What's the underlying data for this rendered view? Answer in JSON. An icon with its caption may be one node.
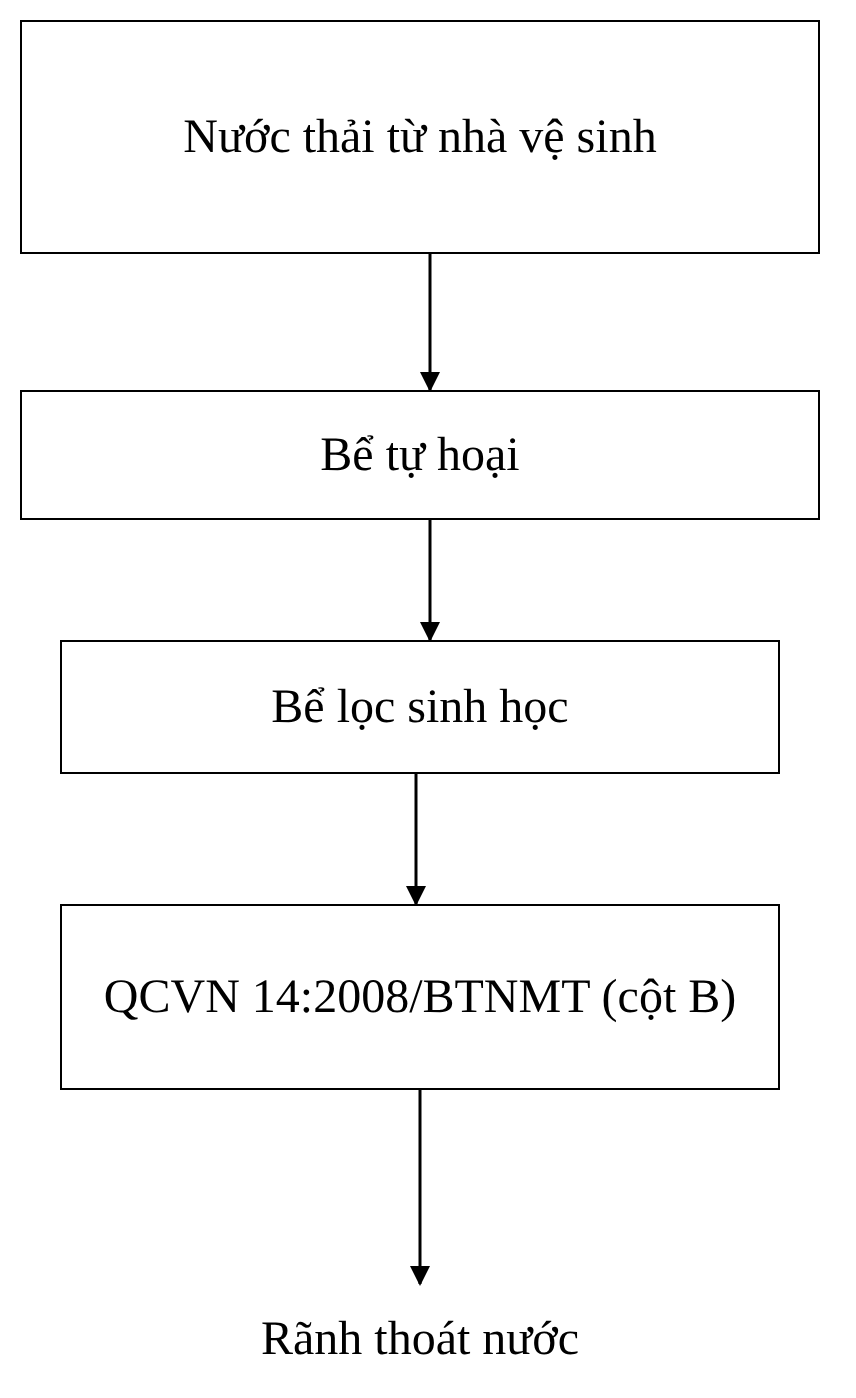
{
  "diagram": {
    "nodes": [
      {
        "text": [
          "Nước thải từ nhà vệ sinh"
        ]
      },
      {
        "text": [
          "Bể tự hoại"
        ]
      },
      {
        "text": [
          "Bể lọc sinh học"
        ]
      },
      {
        "text": [
          "QCVN 14:2008/BTNMT (cột B)"
        ]
      },
      {
        "text": [
          "Rãnh thoát nước"
        ]
      }
    ],
    "edges": [
      {
        "from": 0,
        "to": 1,
        "arrow": "to"
      },
      {
        "from": 1,
        "to": 2,
        "arrow": "to"
      },
      {
        "from": 2,
        "to": 3,
        "arrow": "to"
      },
      {
        "from": 3,
        "to": 4,
        "arrow": "to"
      }
    ]
  }
}
